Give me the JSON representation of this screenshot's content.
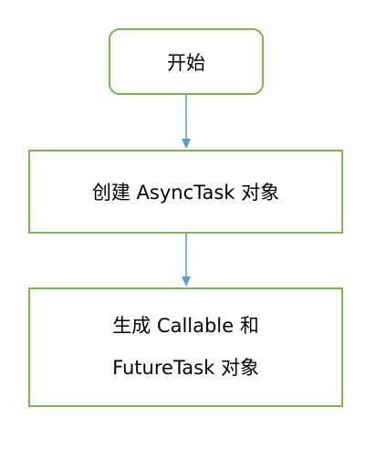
{
  "nodes": {
    "start": {
      "label": "开始"
    },
    "create": {
      "label": "创建 AsyncTask 对象"
    },
    "generate": {
      "line1": "生成 Callable 和",
      "line2": "FutureTask 对象"
    }
  },
  "colors": {
    "node_border": "#7ab648",
    "arrow": "#5b9bd5",
    "text": "#000000",
    "background": "#ffffff"
  },
  "edges": [
    {
      "from": "start",
      "to": "create"
    },
    {
      "from": "create",
      "to": "generate"
    }
  ]
}
